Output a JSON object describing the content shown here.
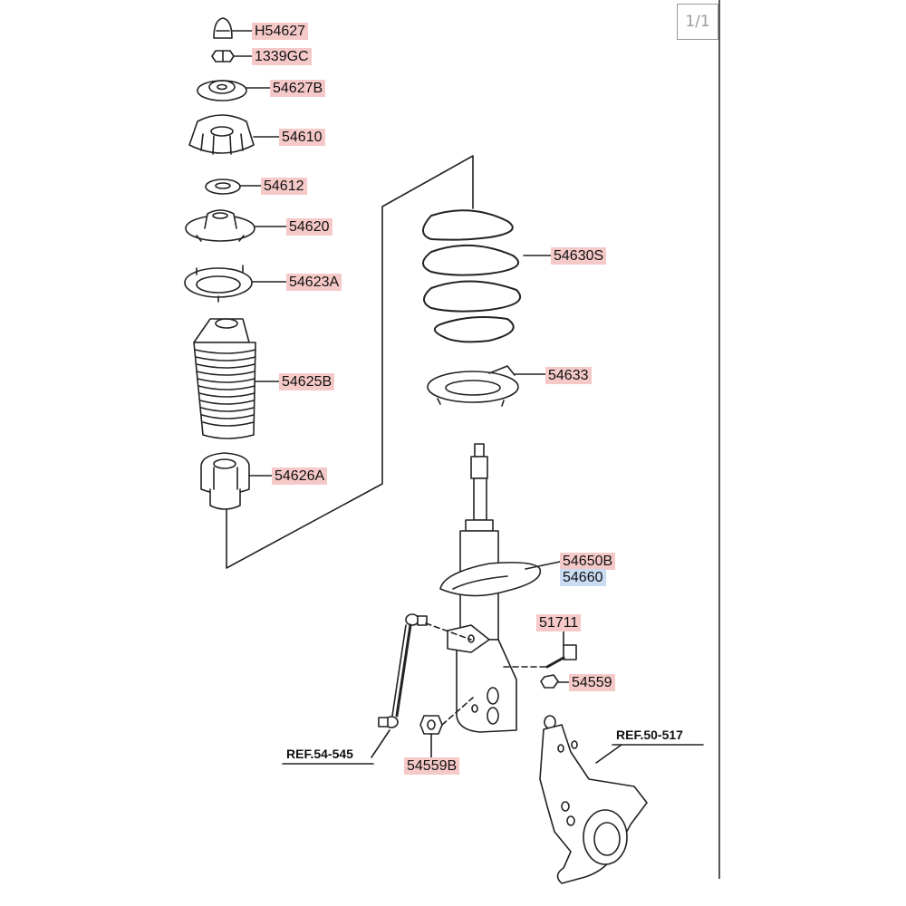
{
  "page_indicator": "1/1",
  "parts": {
    "h54627": "H54627",
    "p1339gc": "1339GC",
    "p54627b": "54627B",
    "p54610": "54610",
    "p54612": "54612",
    "p54620": "54620",
    "p54623a": "54623A",
    "p54625b": "54625B",
    "p54626a": "54626A",
    "p54630s": "54630S",
    "p54633": "54633",
    "p54650b": "54650B",
    "p54660": "54660",
    "p51711": "51711",
    "p54559": "54559",
    "p54559b": "54559B"
  },
  "refs": {
    "stabilizer_link": "REF.54-545",
    "knuckle": "REF.50-517"
  },
  "colors": {
    "label_highlight": "#f6c9c9",
    "label_highlight_selected": "#c9dcf2",
    "line": "#222222"
  }
}
